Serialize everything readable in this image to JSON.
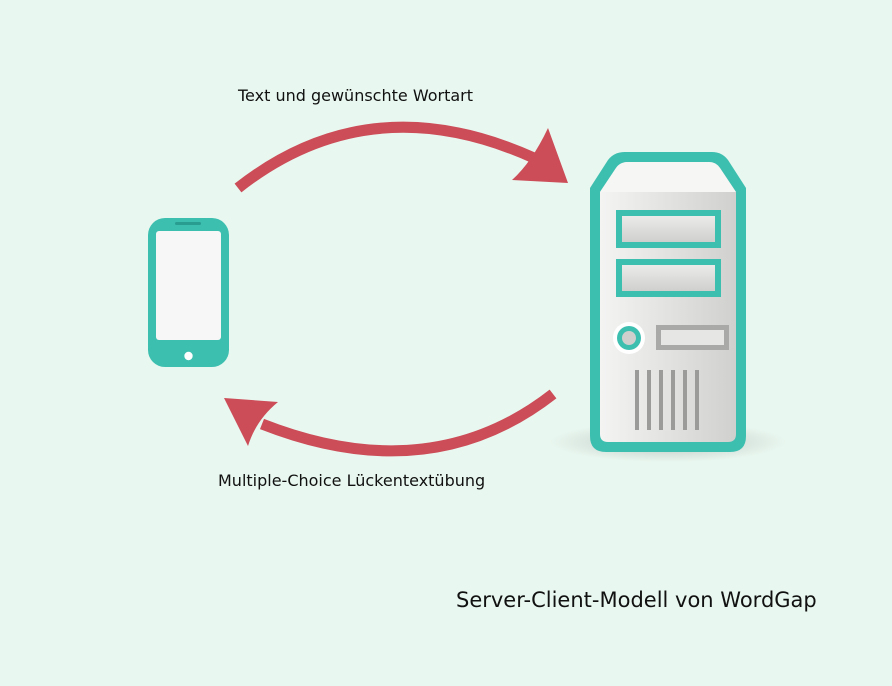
{
  "diagram": {
    "request_label": "Text und gewünschte Wortart",
    "response_label": "Multiple-Choice Lückentextübung",
    "caption": "Server-Client-Modell von WordGap"
  },
  "colors": {
    "background": "#e8f7ef",
    "arrow": "#cc4c58",
    "device_accent": "#3dbfb0",
    "server_body": "#e4e4e2"
  },
  "icons": {
    "client": "smartphone-icon",
    "server": "server-tower-icon"
  }
}
